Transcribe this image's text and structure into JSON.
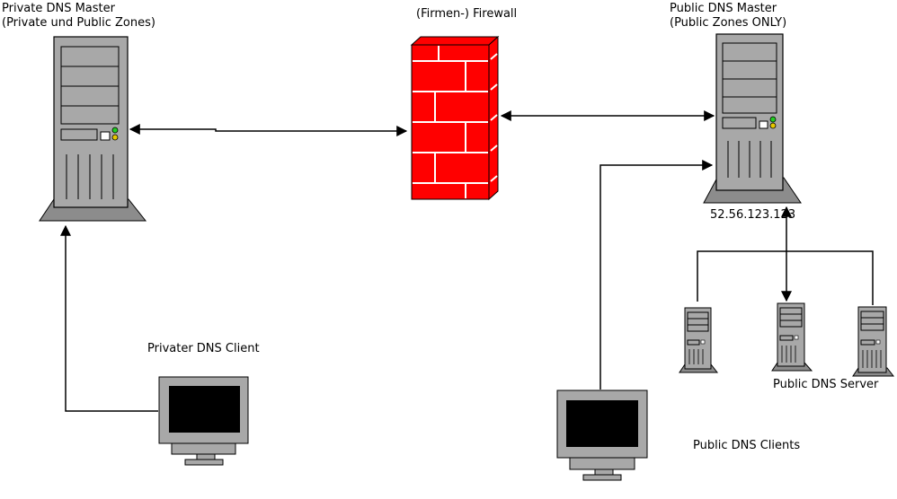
{
  "labels": {
    "private_master_line1": "Private DNS Master",
    "private_master_line2": "(Private und Public Zones)",
    "firewall": "(Firmen-) Firewall",
    "public_master_line1": "Public DNS Master",
    "public_master_line2": "(Public Zones ONLY)",
    "public_master_ip": "52.56.123.123",
    "private_client": "Privater DNS Client",
    "public_clients": "Public DNS Clients",
    "public_servers": "Public DNS Server"
  },
  "colors": {
    "firewall_red": "#ff0000",
    "server_gray": "#a8a8a8",
    "base_gray": "#8c8c8c",
    "screen_black": "#000000",
    "led_green": "#22cc22",
    "led_yellow": "#e6c800"
  }
}
